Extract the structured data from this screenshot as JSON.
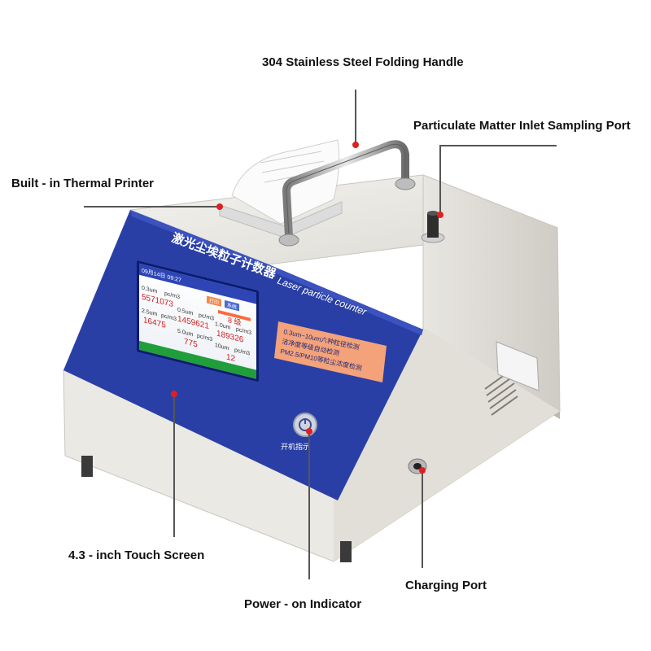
{
  "callouts": {
    "handle": "304 Stainless Steel Folding Handle",
    "inlet": "Particulate Matter Inlet Sampling Port",
    "printer": "Built - in Thermal Printer",
    "screen": "4.3 - inch Touch Screen",
    "power": "Power - on Indicator",
    "charging": "Charging Port"
  },
  "device": {
    "panel_title_cn": "激光尘埃粒子计数器",
    "panel_title_en": "Laser particle counter",
    "feature_lines": [
      "0.3um~10um六种粒径检测",
      "洁净度等级自动检测",
      "PM2.5/PM10等粒尘浓度检测"
    ],
    "power_label_cn": "开机指示"
  },
  "screen": {
    "time": "09月14日 09:27",
    "buttons": [
      "打印",
      "系统"
    ],
    "level": "8 级",
    "cells": [
      {
        "size": "0.3um",
        "unit": "pc/m3",
        "value": "5571073"
      },
      {
        "size": "0.5um",
        "unit": "pc/m3",
        "value": "1459621"
      },
      {
        "size": "1.0um",
        "unit": "pc/m3",
        "value": "189326"
      },
      {
        "size": "2.5um",
        "unit": "pc/m3",
        "value": "16475"
      },
      {
        "size": "5.0um",
        "unit": "pc/m3",
        "value": "775"
      },
      {
        "size": "10um",
        "unit": "pc/m3",
        "value": "12"
      }
    ]
  },
  "colors": {
    "panel_blue": "#2a3fa6",
    "accent_orange": "#f4a27a",
    "dot_red": "#e02020"
  }
}
